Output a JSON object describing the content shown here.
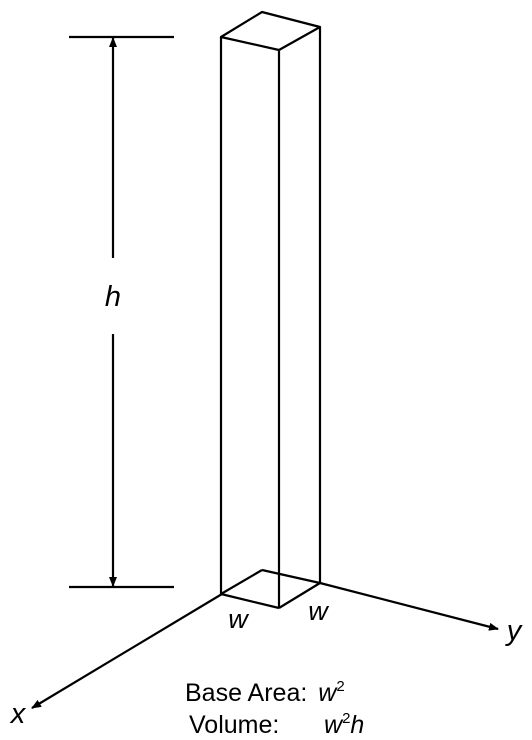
{
  "labels": {
    "height": "h",
    "width_left": "w",
    "width_right": "w",
    "axis_x": "x",
    "axis_y": "y"
  },
  "formulas": {
    "base_area_label": "Base Area:",
    "base_area_var": "w",
    "base_area_exp": "2",
    "volume_label": "Volume:",
    "volume_var": "w",
    "volume_exp": "2",
    "volume_var2": "h"
  },
  "colors": {
    "stroke": "#000000",
    "background": "#ffffff"
  }
}
